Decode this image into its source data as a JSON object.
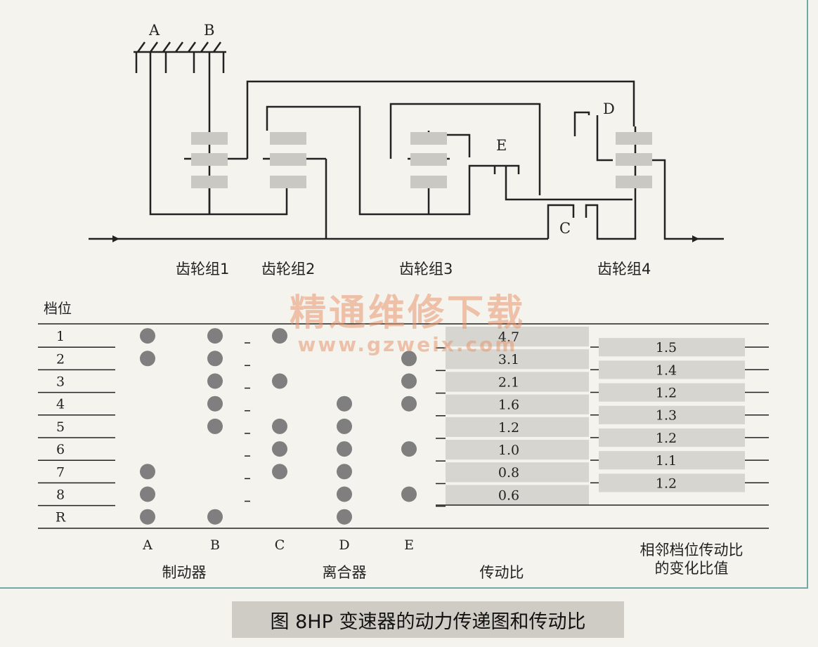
{
  "diagram": {
    "top_labels": {
      "A": "A",
      "B": "B",
      "C": "C",
      "D": "D",
      "E": "E"
    },
    "gear_sets": [
      "齿轮组1",
      "齿轮组2",
      "齿轮组3",
      "齿轮组4"
    ]
  },
  "table": {
    "gear_header": "档位",
    "gears": [
      "1",
      "2",
      "3",
      "4",
      "5",
      "6",
      "7",
      "8",
      "R"
    ],
    "columns": [
      "A",
      "B",
      "C",
      "D",
      "E"
    ],
    "engaged": [
      [
        "A",
        "B",
        "C"
      ],
      [
        "A",
        "B",
        "E"
      ],
      [
        "B",
        "C",
        "E"
      ],
      [
        "B",
        "D",
        "E"
      ],
      [
        "B",
        "C",
        "D"
      ],
      [
        "C",
        "D",
        "E"
      ],
      [
        "A",
        "C",
        "D"
      ],
      [
        "A",
        "D",
        "E"
      ],
      [
        "A",
        "B",
        "D"
      ]
    ],
    "ratios": [
      "4.7",
      "3.1",
      "2.1",
      "1.6",
      "1.2",
      "1.0",
      "0.8",
      "0.6"
    ],
    "ratio_steps": [
      "1.5",
      "1.4",
      "1.2",
      "1.3",
      "1.2",
      "1.1",
      "1.2"
    ],
    "footer": {
      "brakes": "制动器",
      "clutches": "离合器",
      "ratio": "传动比",
      "step_line1": "相邻档位传动比",
      "step_line2": "的变化比值"
    }
  },
  "watermark": {
    "cn": "精通维修下载",
    "url": "www.gzweix.com"
  },
  "caption": "图  8HP 变速器的动力传递图和传动比",
  "colors": {
    "frame": "#6fa9a8",
    "gear_block": "#c9c8c2",
    "dot": "#7f7f7f",
    "cell": "#d6d5cf"
  }
}
